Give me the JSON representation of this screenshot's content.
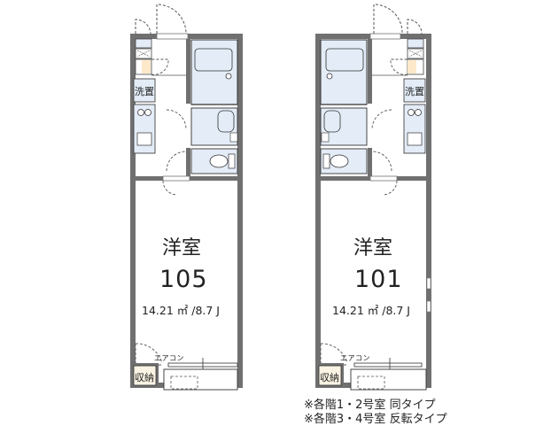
{
  "units": [
    {
      "room_type": "洋室",
      "room_number": "105",
      "area": "14.21 ㎡ /8.7 J",
      "storage_label": "収納",
      "washer_label": "洗置",
      "aircon_label": "エアコン"
    },
    {
      "room_type": "洋室",
      "room_number": "101",
      "area": "14.21 ㎡ /8.7 J",
      "storage_label": "収納",
      "washer_label": "洗置",
      "aircon_label": "エアコン"
    }
  ],
  "notes": [
    "※各階1・2号室 同タイプ",
    "※各階3・4号室 反転タイプ"
  ],
  "colors": {
    "wall": "#707070",
    "fixture_fill": "#e3ecf7",
    "storage_fill": "#fbf4e4",
    "accent_fill": "#fde9c9"
  }
}
